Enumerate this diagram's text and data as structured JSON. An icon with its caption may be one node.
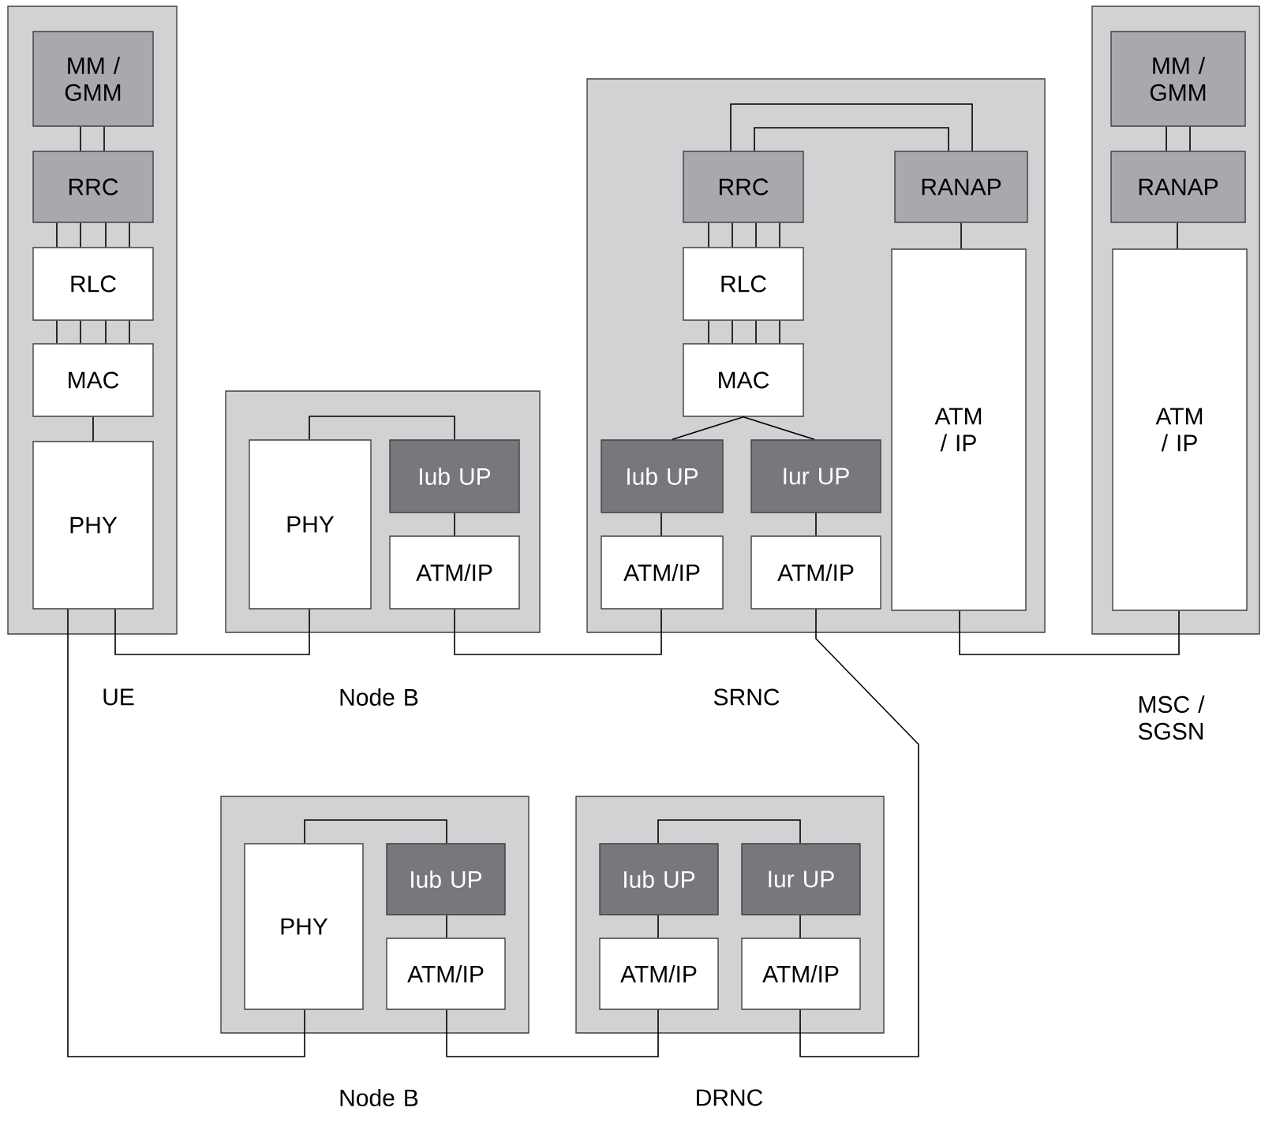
{
  "diagram": {
    "nodes": [
      {
        "text": [],
        "shape": "box",
        "beside": [
          "UE"
        ]
      },
      {
        "text": [
          "MM / GMM"
        ],
        "in": 0
      },
      {
        "text": [
          "RRC"
        ],
        "in": 0
      },
      {
        "text": [
          "RLC"
        ],
        "in": 0
      },
      {
        "text": [
          "MAC"
        ],
        "in": 0
      },
      {
        "text": [
          "PHY"
        ],
        "in": 0
      },
      {
        "text": [],
        "shape": "box",
        "beside": [
          "Node B"
        ]
      },
      {
        "text": [
          "PHY"
        ],
        "in": 6
      },
      {
        "text": [
          "Iub UP"
        ],
        "in": 6
      },
      {
        "text": [
          "ATM/IP"
        ],
        "in": 6
      },
      {
        "text": [],
        "shape": "box",
        "beside": [
          "SRNC"
        ]
      },
      {
        "text": [
          "RRC"
        ],
        "in": 10
      },
      {
        "text": [
          "RANAP"
        ],
        "in": 10
      },
      {
        "text": [
          "RLC"
        ],
        "in": 10
      },
      {
        "text": [
          "MAC"
        ],
        "in": 10
      },
      {
        "text": [
          "Iub UP"
        ],
        "in": 10
      },
      {
        "text": [
          "Iur UP"
        ],
        "in": 10
      },
      {
        "text": [
          "ATM/IP"
        ],
        "in": 10
      },
      {
        "text": [
          "ATM/IP"
        ],
        "in": 10
      },
      {
        "text": [
          "ATM / IP"
        ],
        "in": 10
      },
      {
        "text": [],
        "shape": "box",
        "beside": [
          "MSC / SGSN"
        ]
      },
      {
        "text": [
          "MM / GMM"
        ],
        "in": 20
      },
      {
        "text": [
          "RANAP"
        ],
        "in": 20
      },
      {
        "text": [
          "ATM / IP"
        ],
        "in": 20
      },
      {
        "text": [],
        "shape": "box",
        "beside": [
          "Node B"
        ]
      },
      {
        "text": [
          "PHY"
        ],
        "in": 24
      },
      {
        "text": [
          "Iub UP"
        ],
        "in": 24
      },
      {
        "text": [
          "ATM/IP"
        ],
        "in": 24
      },
      {
        "text": [],
        "shape": "box",
        "beside": [
          "DRNC"
        ]
      },
      {
        "text": [
          "Iub UP"
        ],
        "in": 28
      },
      {
        "text": [
          "Iur UP"
        ],
        "in": 28
      },
      {
        "text": [
          "ATM/IP"
        ],
        "in": 28
      },
      {
        "text": [
          "ATM/IP"
        ],
        "in": 28
      }
    ],
    "edges": [
      {
        "from": 1,
        "to": 2,
        "arrow": "none"
      },
      {
        "from": 1,
        "to": 2,
        "arrow": "none"
      },
      {
        "from": 2,
        "to": 3,
        "arrow": "none"
      },
      {
        "from": 2,
        "to": 3,
        "arrow": "none"
      },
      {
        "from": 2,
        "to": 3,
        "arrow": "none"
      },
      {
        "from": 2,
        "to": 3,
        "arrow": "none"
      },
      {
        "from": 3,
        "to": 4,
        "arrow": "none"
      },
      {
        "from": 3,
        "to": 4,
        "arrow": "none"
      },
      {
        "from": 3,
        "to": 4,
        "arrow": "none"
      },
      {
        "from": 3,
        "to": 4,
        "arrow": "none"
      },
      {
        "from": 4,
        "to": 5,
        "arrow": "none"
      },
      {
        "from": 5,
        "to": 25,
        "arrow": "none"
      },
      {
        "from": 5,
        "to": 7,
        "arrow": "none"
      },
      {
        "from": 7,
        "to": 8,
        "arrow": "none"
      },
      {
        "from": 8,
        "to": 9,
        "arrow": "none"
      },
      {
        "from": 9,
        "to": 17,
        "arrow": "none"
      },
      {
        "from": 11,
        "to": 12,
        "arrow": "none"
      },
      {
        "from": 11,
        "to": 12,
        "arrow": "none"
      },
      {
        "from": 11,
        "to": 13,
        "arrow": "none"
      },
      {
        "from": 11,
        "to": 13,
        "arrow": "none"
      },
      {
        "from": 11,
        "to": 13,
        "arrow": "none"
      },
      {
        "from": 11,
        "to": 13,
        "arrow": "none"
      },
      {
        "from": 13,
        "to": 14,
        "arrow": "none"
      },
      {
        "from": 13,
        "to": 14,
        "arrow": "none"
      },
      {
        "from": 13,
        "to": 14,
        "arrow": "none"
      },
      {
        "from": 13,
        "to": 14,
        "arrow": "none"
      },
      {
        "from": 14,
        "to": 15,
        "arrow": "none"
      },
      {
        "from": 14,
        "to": 16,
        "arrow": "none"
      },
      {
        "from": 15,
        "to": 17,
        "arrow": "none"
      },
      {
        "from": 16,
        "to": 18,
        "arrow": "none"
      },
      {
        "from": 12,
        "to": 19,
        "arrow": "none"
      },
      {
        "from": 18,
        "to": 32,
        "arrow": "none"
      },
      {
        "from": 19,
        "to": 23,
        "arrow": "none"
      },
      {
        "from": 21,
        "to": 22,
        "arrow": "none"
      },
      {
        "from": 21,
        "to": 22,
        "arrow": "none"
      },
      {
        "from": 22,
        "to": 23,
        "arrow": "none"
      },
      {
        "from": 25,
        "to": 26,
        "arrow": "none"
      },
      {
        "from": 26,
        "to": 27,
        "arrow": "none"
      },
      {
        "from": 27,
        "to": 31,
        "arrow": "none"
      },
      {
        "from": 29,
        "to": 30,
        "arrow": "none"
      },
      {
        "from": 29,
        "to": 31,
        "arrow": "none"
      },
      {
        "from": 30,
        "to": 32,
        "arrow": "none"
      }
    ]
  }
}
